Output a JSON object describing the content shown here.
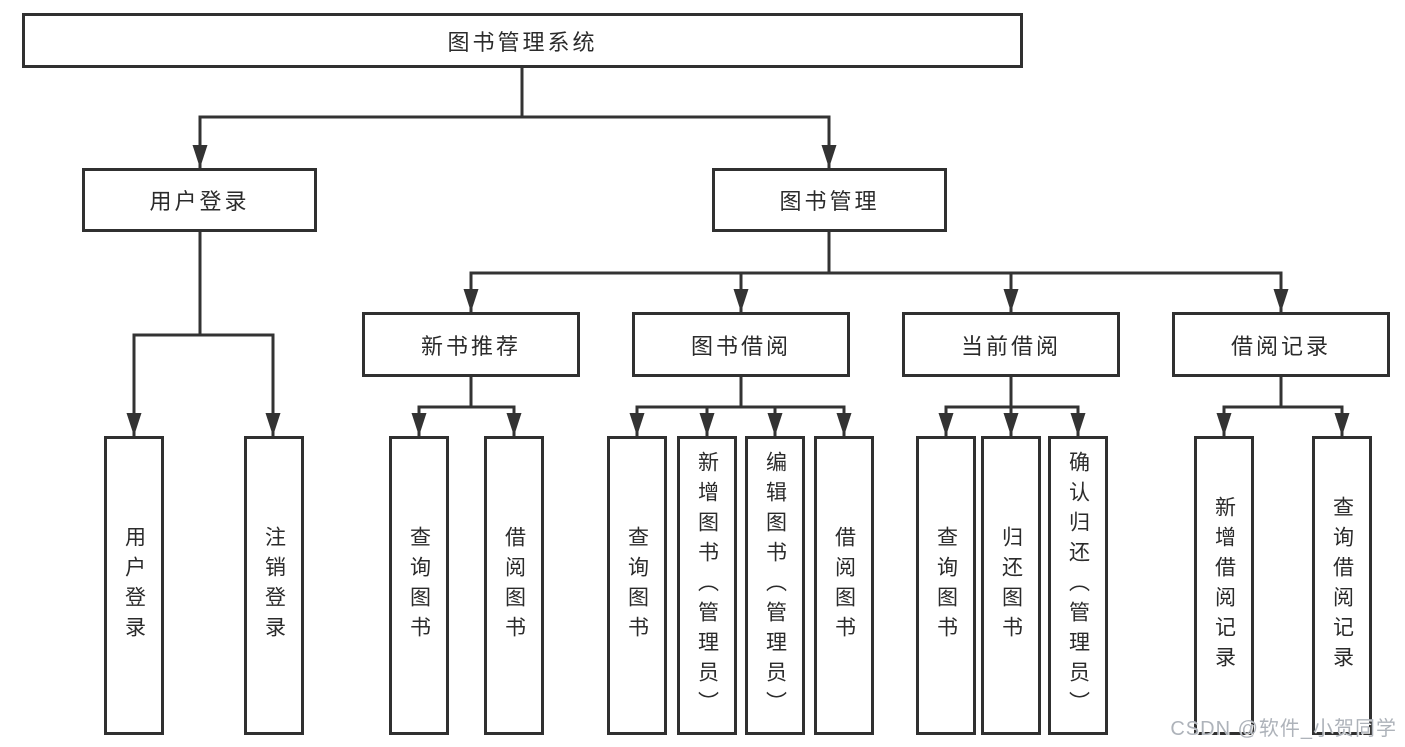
{
  "diagram": {
    "root": "图书管理系统",
    "branches": [
      {
        "label": "用户登录",
        "children": [
          {
            "label": "用户登录"
          },
          {
            "label": "注销登录"
          }
        ]
      },
      {
        "label": "图书管理",
        "children": [
          {
            "label": "新书推荐",
            "children": [
              {
                "label": "查询图书"
              },
              {
                "label": "借阅图书"
              }
            ]
          },
          {
            "label": "图书借阅",
            "children": [
              {
                "label": "查询图书"
              },
              {
                "label": "新增图书（管理员）"
              },
              {
                "label": "编辑图书（管理员）"
              },
              {
                "label": "借阅图书"
              }
            ]
          },
          {
            "label": "当前借阅",
            "children": [
              {
                "label": "查询图书"
              },
              {
                "label": "归还图书"
              },
              {
                "label": "确认归还（管理员）"
              }
            ]
          },
          {
            "label": "借阅记录",
            "children": [
              {
                "label": "新增借阅记录"
              },
              {
                "label": "查询借阅记录"
              }
            ]
          }
        ]
      }
    ]
  },
  "colors": {
    "line": "#333333",
    "text": "#2b2b2b",
    "watermark": "#aeb3ba"
  },
  "watermark": "CSDN @软件_小贺同学"
}
